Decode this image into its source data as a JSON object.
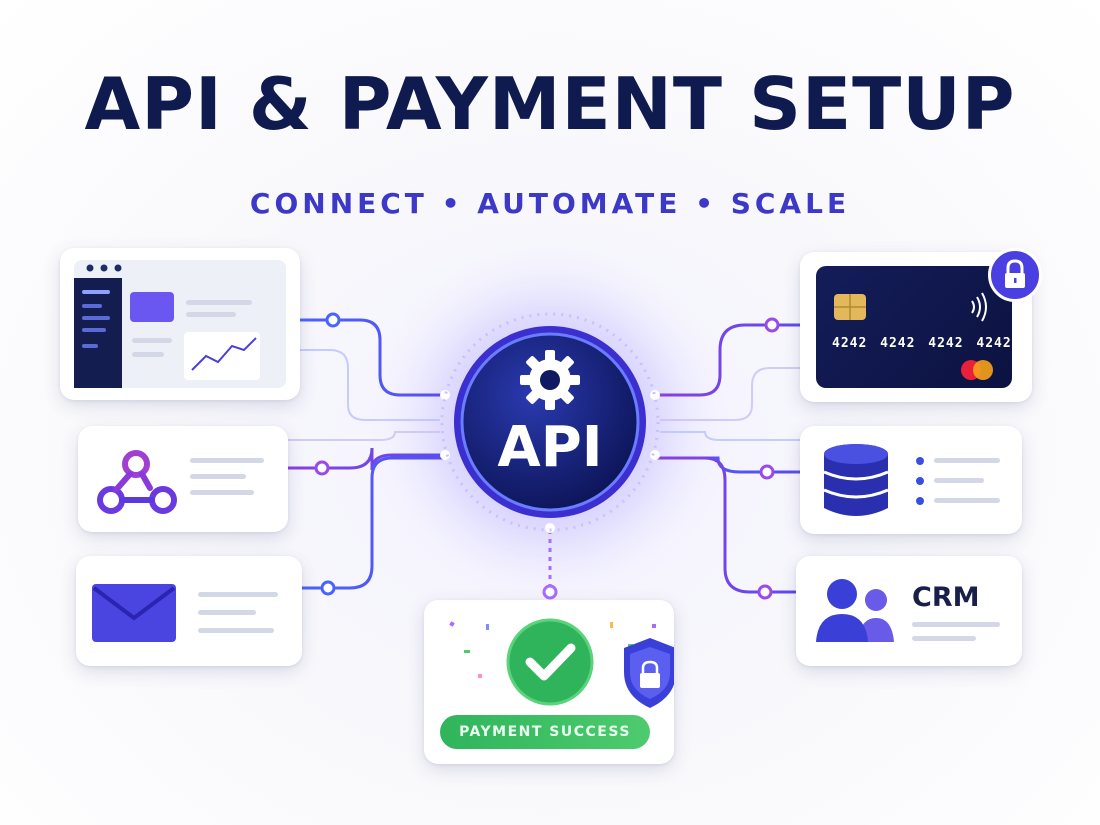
{
  "title": "API & PAYMENT SETUP",
  "subtitle": "CONNECT • AUTOMATE • SCALE",
  "hub": {
    "label": "API",
    "icon": "gear-icon"
  },
  "payment_card": {
    "number": "4242 4242 4242 4242",
    "lock_icon": "lock-icon"
  },
  "crm_card": {
    "label": "CRM"
  },
  "success_card": {
    "label": "PAYMENT SUCCESS"
  },
  "colors": {
    "navy": "#0f1a4f",
    "accent": "#3c38c8",
    "purple": "#7b3fe4",
    "blue": "#3b5bff",
    "success": "#2fb45c"
  }
}
